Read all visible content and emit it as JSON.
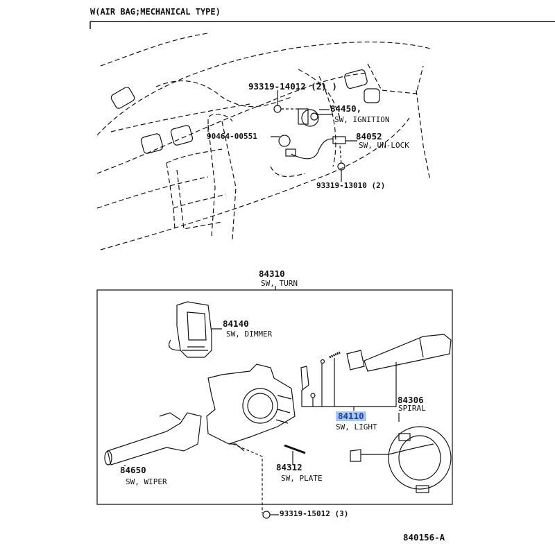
{
  "title": "W(AIR BAG;MECHANICAL TYPE)",
  "diagram_id": "840156-A",
  "upper_parts": [
    {
      "number": "93319-14012 (2) )",
      "name": ""
    },
    {
      "number": "84450,",
      "name": "SW, IGNITION"
    },
    {
      "number": "84052",
      "name": "SW, UN-LOCK"
    },
    {
      "number": "90464-00551",
      "name": ""
    },
    {
      "number": "93319-13010 (2)",
      "name": ""
    }
  ],
  "assembly": {
    "number": "84310",
    "name": "SW, TURN"
  },
  "lower_parts": [
    {
      "number": "84140",
      "name": "SW, DIMMER"
    },
    {
      "number": "84306",
      "name": "SPIRAL"
    },
    {
      "number": "84110",
      "name": "SW, LIGHT",
      "highlighted": true
    },
    {
      "number": "84650",
      "name": "SW, WIPER"
    },
    {
      "number": "84312",
      "name": "SW, PLATE"
    },
    {
      "number": "93319-15012 (3)",
      "name": ""
    }
  ],
  "colors": {
    "highlight": "#a8c8f0",
    "highlight_text": "#1a3fa8",
    "line": "#111111"
  }
}
